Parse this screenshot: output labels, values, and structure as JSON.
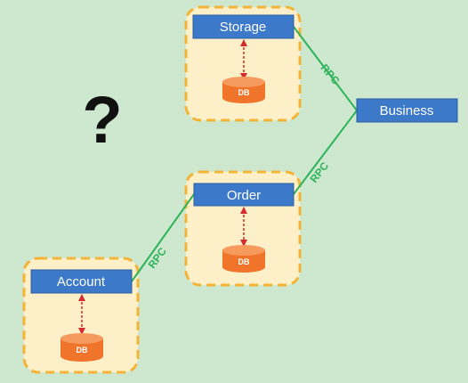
{
  "question_mark": "?",
  "services": {
    "storage": {
      "label": "Storage",
      "db_label": "DB"
    },
    "order": {
      "label": "Order",
      "db_label": "DB"
    },
    "account": {
      "label": "Account",
      "db_label": "DB"
    },
    "business": {
      "label": "Business"
    }
  },
  "links": {
    "business_storage": "RPC",
    "business_order": "RPC",
    "order_account": "RPC"
  },
  "colors": {
    "background": "#cde8cf",
    "service_box": "#3d79c9",
    "service_border": "#2c5ea3",
    "group_fill": "#fdf0c9",
    "group_border": "#f5b335",
    "db_fill": "#f0752a",
    "db_top": "#f79a5e",
    "rpc_line": "#2eb35a",
    "db_link": "#d62b2b"
  }
}
